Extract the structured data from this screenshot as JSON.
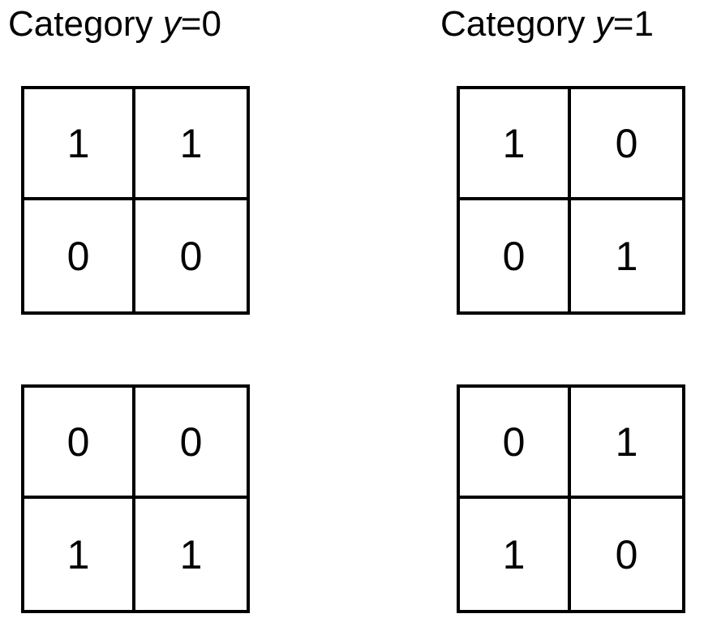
{
  "columns": [
    {
      "heading": {
        "prefix": "Category ",
        "variable": "y",
        "suffix": "=0"
      },
      "grids": [
        {
          "cells": [
            [
              "1",
              "1"
            ],
            [
              "0",
              "0"
            ]
          ]
        },
        {
          "cells": [
            [
              "0",
              "0"
            ],
            [
              "1",
              "1"
            ]
          ]
        }
      ]
    },
    {
      "heading": {
        "prefix": "Category ",
        "variable": "y",
        "suffix": "=1"
      },
      "grids": [
        {
          "cells": [
            [
              "1",
              "0"
            ],
            [
              "0",
              "1"
            ]
          ]
        },
        {
          "cells": [
            [
              "0",
              "1"
            ],
            [
              "1",
              "0"
            ]
          ]
        }
      ]
    }
  ],
  "colors": {
    "line": "#000000",
    "text": "#000000",
    "background": "#ffffff"
  }
}
